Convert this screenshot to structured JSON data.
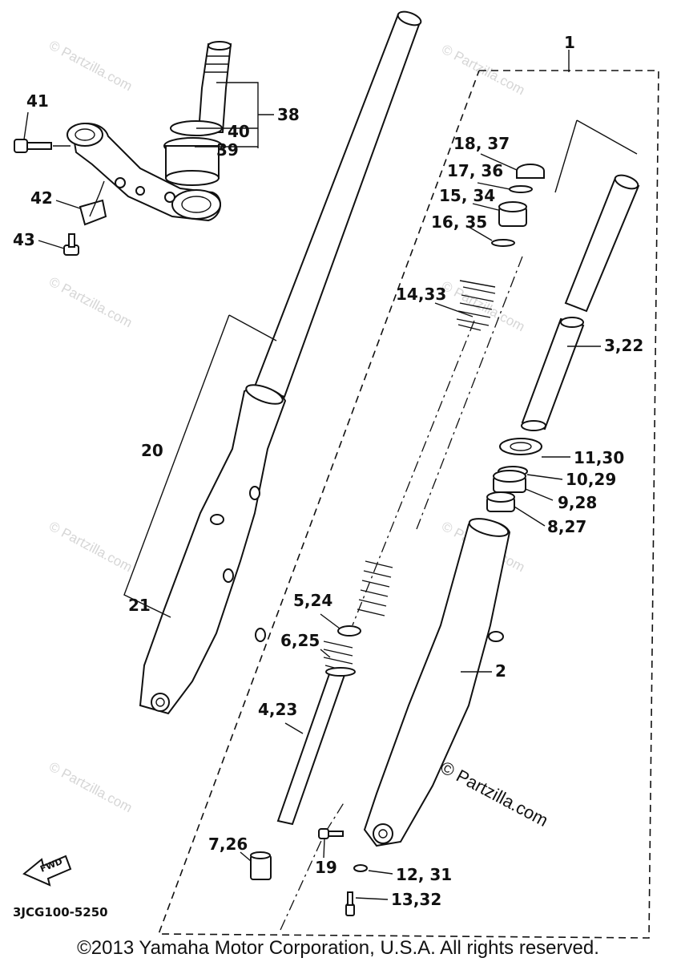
{
  "diagram": {
    "diagram_code": "3JCG100-5250",
    "copyright": "©2013 Yamaha Motor Corporation, U.S.A. All rights reserved.",
    "watermark": "© Partzilla.com",
    "fwd_arrow_label": "FWD",
    "callouts": {
      "c1": "1",
      "c2": "2",
      "c3_22": "3,22",
      "c4_23": "4,23",
      "c5_24": "5,24",
      "c6_25": "6,25",
      "c7_26": "7,26",
      "c8_27": "8,27",
      "c9_28": "9,28",
      "c10_29": "10,29",
      "c11_30": "11,30",
      "c12_31": "12, 31",
      "c13_32": "13,32",
      "c14_33": "14,33",
      "c15_34": "15, 34",
      "c16_35": "16, 35",
      "c17_36": "17, 36",
      "c18_37": "18, 37",
      "c19": "19",
      "c20": "20",
      "c21": "21",
      "c38": "38",
      "c39": "39",
      "c40": "40",
      "c41": "41",
      "c42": "42",
      "c43": "43"
    }
  }
}
